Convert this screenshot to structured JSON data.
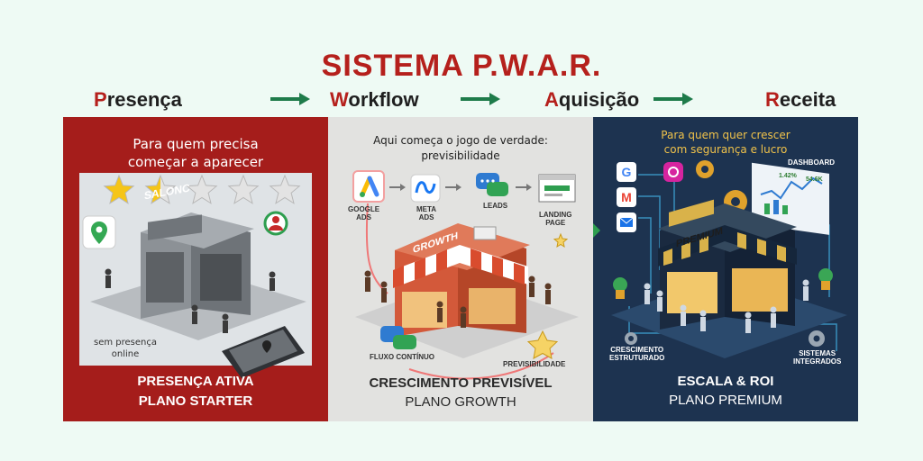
{
  "title": "SISTEMA  P.W.A.R.",
  "steps": [
    {
      "initial": "P",
      "rest": "resença"
    },
    {
      "initial": "W",
      "rest": "orkflow"
    },
    {
      "initial": "A",
      "rest": "quisição"
    },
    {
      "initial": "R",
      "rest": "eceita"
    }
  ],
  "colors": {
    "accent_red": "#b5201c",
    "arrow_green": "#1e7b4a",
    "panel1": "#a51d1b",
    "panel2": "#e2e2e0",
    "panel3": "#1d3350"
  },
  "panel1": {
    "intro_line1": "Para quem precisa",
    "intro_line2": "começar a aparecer",
    "store_sign": "SALONC",
    "note_line1": "sem presença",
    "note_line2": "online",
    "heading": "PRESENÇA ATIVA",
    "plan": "PLANO STARTER",
    "rating": {
      "filled": 1.5,
      "max": 5
    }
  },
  "panel2": {
    "intro_line1": "Aqui começa o jogo de verdade:",
    "intro_line2": "previsibilidade",
    "google_line1": "GOOGLE",
    "google_line2": "ADS",
    "meta_line1": "META",
    "meta_line2": "ADS",
    "leads": "LEADS",
    "landing_line1": "LANDING",
    "landing_line2": "PAGE",
    "store_sign": "GROWTH",
    "flow": "FLUXO CONTÍNUO",
    "predict": "PREVISIBILIDADE",
    "heading": "CRESCIMENTO PREVISÍVEL",
    "plan": "PLANO GROWTH"
  },
  "panel3": {
    "intro_line1": "Para quem quer crescer",
    "intro_line2": "com segurança e lucro",
    "dashboard": "DASHBOARD",
    "dash_value1": "1.42%",
    "dash_value2": "54.6K",
    "store_sign": "PREMIUM",
    "left_label_line1": "CRESCIMENTO",
    "left_label_line2": "ESTRUTURADO",
    "right_label_line1": "SISTEMAS",
    "right_label_line2": "INTEGRADOS",
    "heading": "ESCALA & ROI",
    "plan": "PLANO PREMIUM"
  }
}
